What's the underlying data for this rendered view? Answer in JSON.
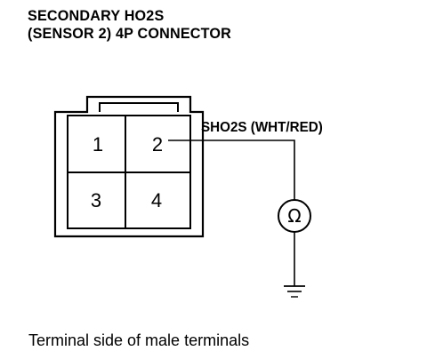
{
  "title_line1": "SECONDARY HO2S",
  "title_line2": "(SENSOR 2) 4P CONNECTOR",
  "wire_label": "SHO2S (WHT/RED)",
  "pins": [
    {
      "number": "1"
    },
    {
      "number": "2"
    },
    {
      "number": "3"
    },
    {
      "number": "4"
    }
  ],
  "sensor_symbol": "Ω",
  "caption": "Terminal side of male terminals",
  "icons": {
    "sensor": "ohm-circle-icon",
    "ground": "ground-icon"
  },
  "colors": {
    "line": "#000000",
    "background": "#ffffff"
  }
}
